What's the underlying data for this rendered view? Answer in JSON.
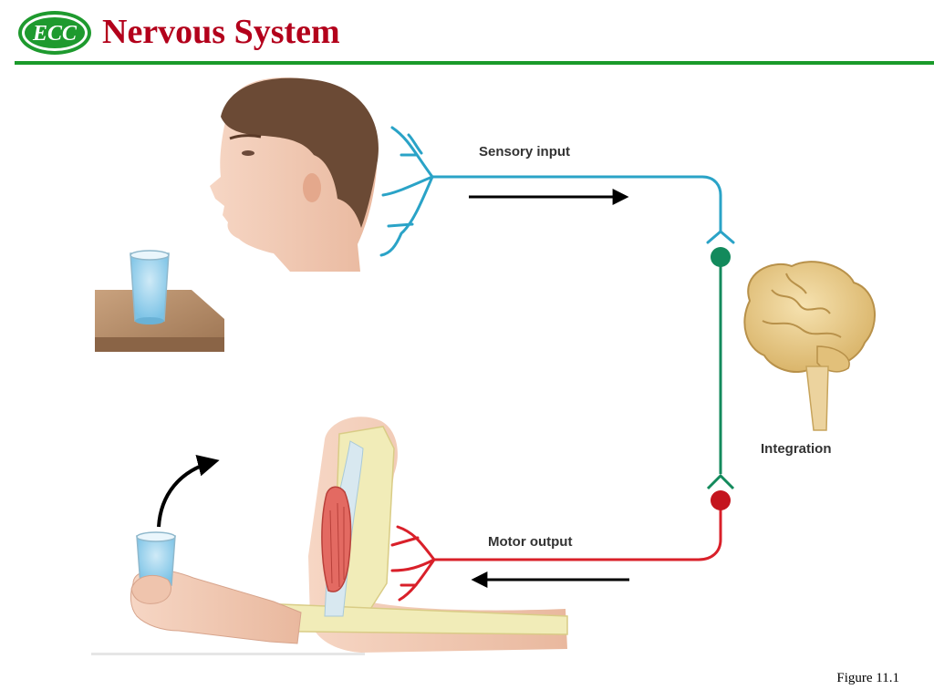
{
  "header": {
    "logo_text": "ECC",
    "title": "Nervous System"
  },
  "diagram": {
    "labels": {
      "sensory_input": "Sensory input",
      "integration": "Integration",
      "motor_output": "Motor output"
    },
    "colors": {
      "sensory_nerve": "#2aa3c7",
      "integration_nerve": "#138a5c",
      "motor_nerve": "#d9202a",
      "title": "#b3001b",
      "rule": "#1a9a2a"
    }
  },
  "caption": "Figure 11.1"
}
